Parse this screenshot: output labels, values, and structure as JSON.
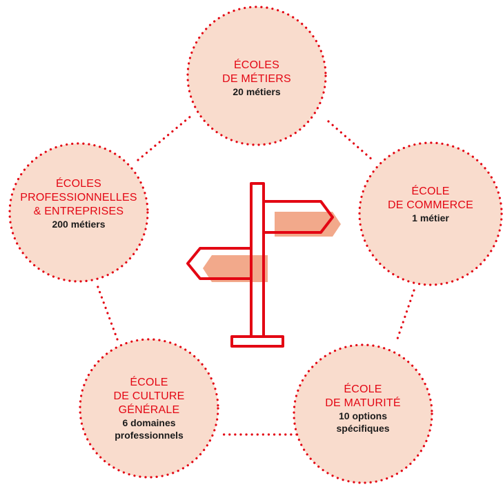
{
  "colors": {
    "accent": "#e30613",
    "fill": "#f9dccd",
    "sign_fill": "#f2a98b",
    "text": "#1a1a1a"
  },
  "center_icon": "signpost-icon",
  "nodes": [
    {
      "title_lines": [
        "ÉCOLES",
        "DE MÉTIERS"
      ],
      "subtitle_lines": [
        "20 métiers"
      ]
    },
    {
      "title_lines": [
        "ÉCOLE",
        "DE COMMERCE"
      ],
      "subtitle_lines": [
        "1 métier"
      ]
    },
    {
      "title_lines": [
        "ÉCOLE",
        "DE MATURITÉ"
      ],
      "subtitle_lines": [
        "10 options",
        "spécifiques"
      ]
    },
    {
      "title_lines": [
        "ÉCOLE",
        "DE CULTURE",
        "GÉNÉRALE"
      ],
      "subtitle_lines": [
        "6 domaines",
        "professionnels"
      ]
    },
    {
      "title_lines": [
        "ÉCOLES",
        "PROFESSIONNELLES",
        "& ENTREPRISES"
      ],
      "subtitle_lines": [
        "200 métiers"
      ]
    }
  ]
}
